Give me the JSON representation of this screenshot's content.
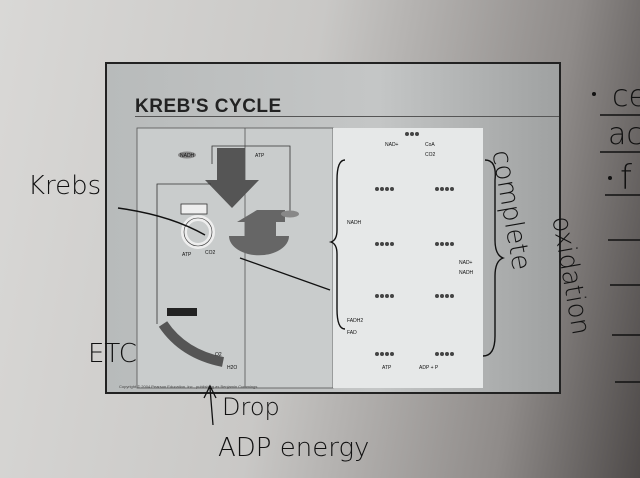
{
  "slide": {
    "title": "KREB'S CYCLE",
    "copyright": "Copyright © 2004 Pearson Education, Inc., publishing as Benjamin Cummings",
    "labels": {
      "nadh": "NADH",
      "atp": "ATP",
      "co2": "CO2",
      "nad_plus": "NAD+",
      "coa": "CoA",
      "fadh2": "FADH2",
      "fad": "FAD",
      "adp_p": "ADP + P",
      "h2o": "H2O",
      "o2": "O2"
    }
  },
  "handwriting": {
    "krebs": "Krebs",
    "etc": "ETC",
    "drop": "Drop",
    "adp_energy": "ADP energy",
    "complete": "complete",
    "oxidation": "oxidation",
    "margin_1": "ce",
    "margin_2": "ac",
    "margin_3": "f"
  }
}
